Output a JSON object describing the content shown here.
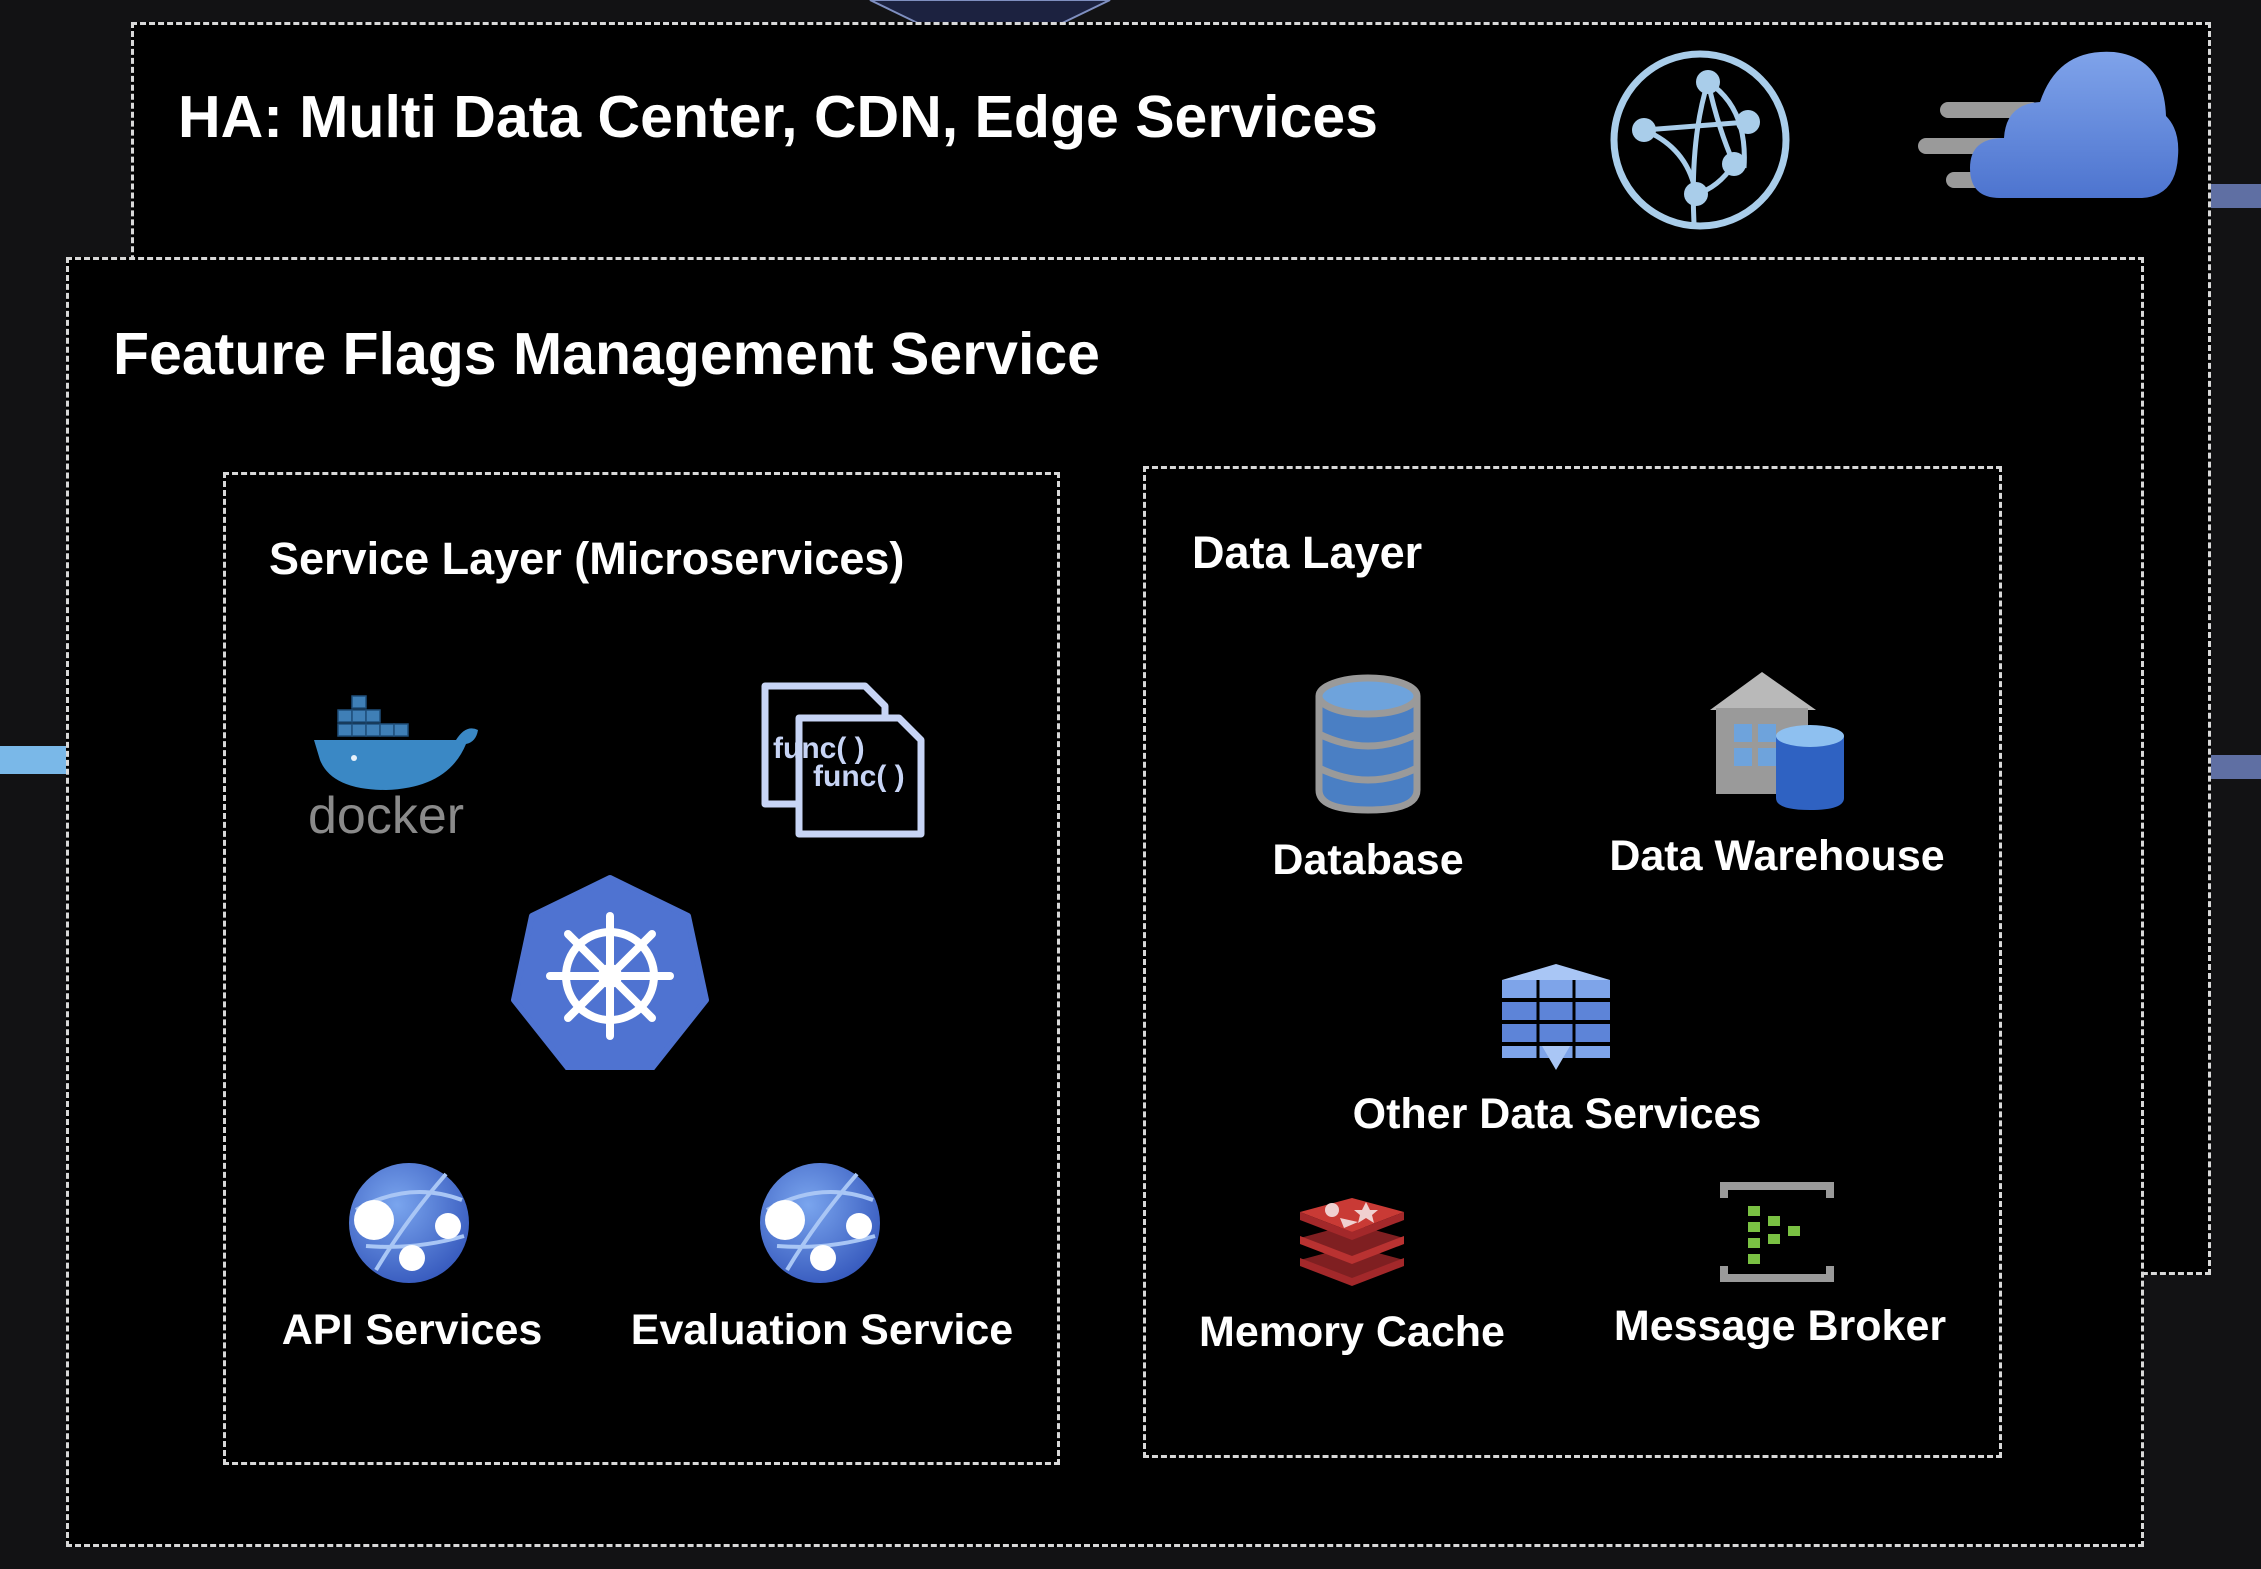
{
  "ha": {
    "title": "HA: Multi Data Center, CDN, Edge Services"
  },
  "ffms": {
    "title": "Feature Flags Management Service"
  },
  "service_layer": {
    "title": "Service Layer (Microservices)",
    "docker_wordmark": "docker",
    "function_glyph": "func( )",
    "items": [
      {
        "label": "API Services"
      },
      {
        "label": "Evaluation Service"
      }
    ]
  },
  "data_layer": {
    "title": "Data Layer",
    "items": [
      {
        "label": "Database"
      },
      {
        "label": "Data Warehouse"
      },
      {
        "label": "Other Data Services"
      },
      {
        "label": "Memory Cache"
      },
      {
        "label": "Message Broker"
      }
    ]
  },
  "icons": {
    "ha": [
      "network-globe-icon",
      "cloud-icon"
    ],
    "service_layer": [
      "docker-icon",
      "function-icon",
      "kubernetes-icon",
      "api-web-icon",
      "evaluation-web-icon"
    ],
    "data_layer": [
      "database-icon",
      "data-warehouse-icon",
      "data-services-icon",
      "redis-cache-icon",
      "message-broker-icon"
    ]
  },
  "colors": {
    "background": "#121214",
    "panel": "#000000",
    "border": "#d8d8d8",
    "accent_blue": "#5b7fd6",
    "light_blue": "#a9cdea",
    "redis_red": "#a3282a",
    "broker_green": "#7ac143"
  }
}
